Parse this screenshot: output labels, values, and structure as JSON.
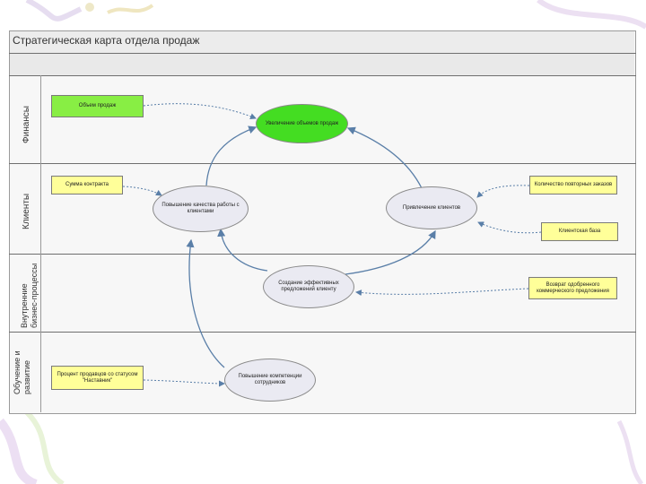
{
  "title": "Стратегическая карта отдела продаж",
  "lanes": {
    "finance": "Финансы",
    "clients": "Клиенты",
    "internal": "Внутренние бизнес-процессы",
    "learning": "Обучение и развитие"
  },
  "indicators": {
    "sales_volume": "Объем продаж",
    "contract_sum": "Сумма контракта",
    "repeat_orders": "Количество повторных заказов",
    "client_base": "Клиентская база",
    "commercial_offer_return": "Возврат одобренного коммерческого предложения",
    "managers_status": "Процент продавцов со статусом \"Наставник\""
  },
  "goals": {
    "increase_sales": "Увеличение объемов продаж",
    "improve_client_quality": "Повышение качества работы с клиентами",
    "attract_clients": "Привлечение клиентов",
    "effective_offer": "Создание эффективных предложений клиенту",
    "staff_competence": "Повышение компетенции сотрудников"
  },
  "colors": {
    "highlight_goal": "#44dd22",
    "indicator_yellow": "#ffff99",
    "indicator_green": "#88ee44",
    "goal_fill": "#eaeaf2",
    "arrow": "#5a7fa8"
  }
}
